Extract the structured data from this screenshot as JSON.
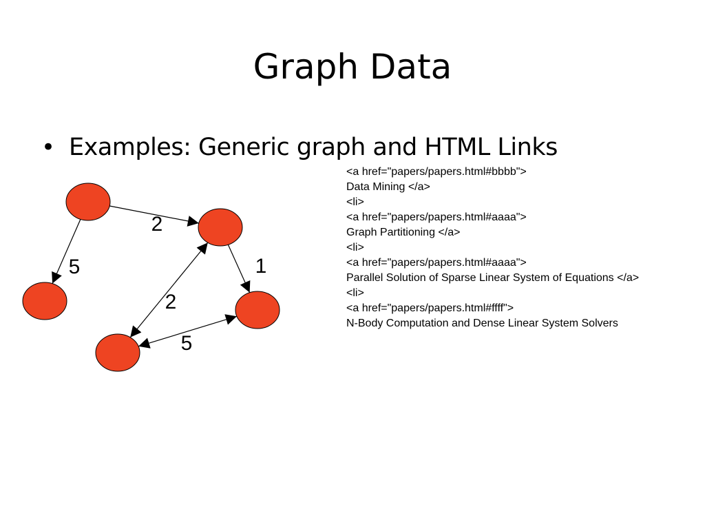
{
  "slide": {
    "title": "Graph Data",
    "bullet": "Examples: Generic graph and HTML Links"
  },
  "graph": {
    "node_color": "#ee4422",
    "edge_color": "#000000",
    "nodes": [
      "n1",
      "n2",
      "n3",
      "n4",
      "n5"
    ],
    "edges": [
      {
        "from": "n1",
        "to": "n2",
        "weight": "2",
        "direction": "to"
      },
      {
        "from": "n1",
        "to": "n3",
        "weight": "5",
        "direction": "to"
      },
      {
        "from": "n2",
        "to": "n4",
        "weight": "1",
        "direction": "to"
      },
      {
        "from": "n2",
        "to": "n5",
        "weight": "2",
        "direction": "both"
      },
      {
        "from": "n5",
        "to": "n4",
        "weight": "5",
        "direction": "both"
      }
    ]
  },
  "html_code": {
    "lines": [
      "<a href=\"papers/papers.html#bbbb\">",
      "Data Mining </a>",
      "<li>",
      "<a href=\"papers/papers.html#aaaa\">",
      "Graph Partitioning </a>",
      "<li>",
      "<a href=\"papers/papers.html#aaaa\">",
      "Parallel Solution of Sparse Linear System of Equations </a>",
      "<li>",
      "<a href=\"papers/papers.html#ffff\">",
      "N-Body Computation and Dense Linear System Solvers"
    ]
  }
}
